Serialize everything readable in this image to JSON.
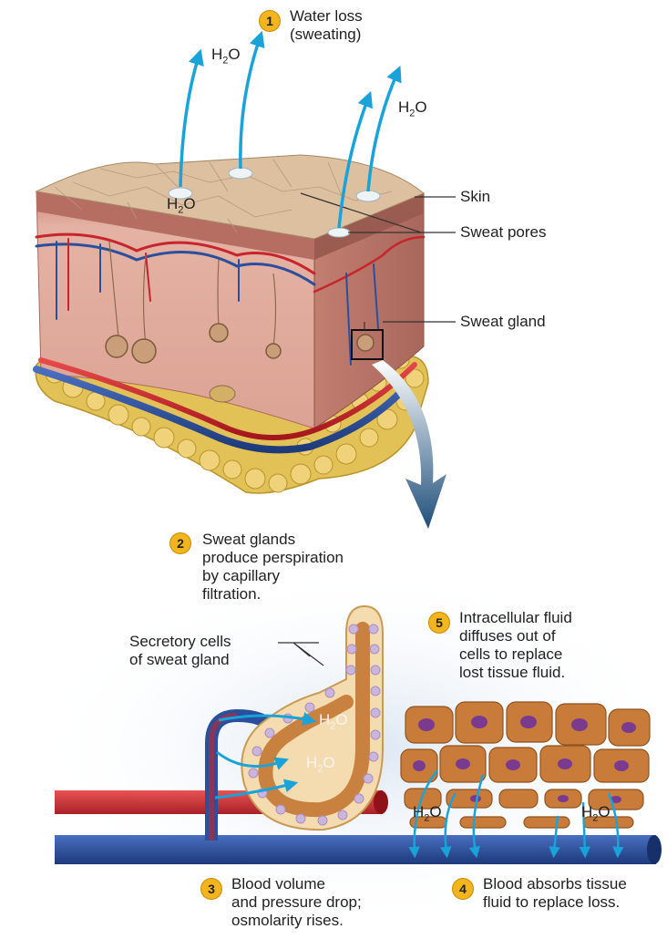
{
  "steps": [
    {
      "number": "1",
      "text": "Water loss\n(sweating)"
    },
    {
      "number": "2",
      "text": "Sweat glands\nproduce perspiration\nby capillary\nfiltration."
    },
    {
      "number": "3",
      "text": "Blood volume\nand pressure drop;\nosmolarity rises."
    },
    {
      "number": "4",
      "text": "Blood absorbs tissue\nfluid to replace loss."
    },
    {
      "number": "5",
      "text": "Intracellular fluid\ndiffuses out of\ncells to replace\nlost tissue fluid."
    }
  ],
  "labels": {
    "skin": "Skin",
    "sweat_pores": "Sweat pores",
    "sweat_gland": "Sweat gland",
    "secretory_cells": "Secretory cells\nof sweat gland"
  },
  "water": {
    "base": "H",
    "sub": "2",
    "tail": "O"
  },
  "colors": {
    "arrow": "#1aa3d9",
    "badge": "#f2b51e",
    "skin_top": "#dcc0a0",
    "dermis": "#d9a093",
    "fat": "#e3c25a",
    "artery": "#c8242b",
    "vein": "#2a4f9c",
    "cell": "#c97b3a",
    "nucleus": "#7a3b8f"
  }
}
